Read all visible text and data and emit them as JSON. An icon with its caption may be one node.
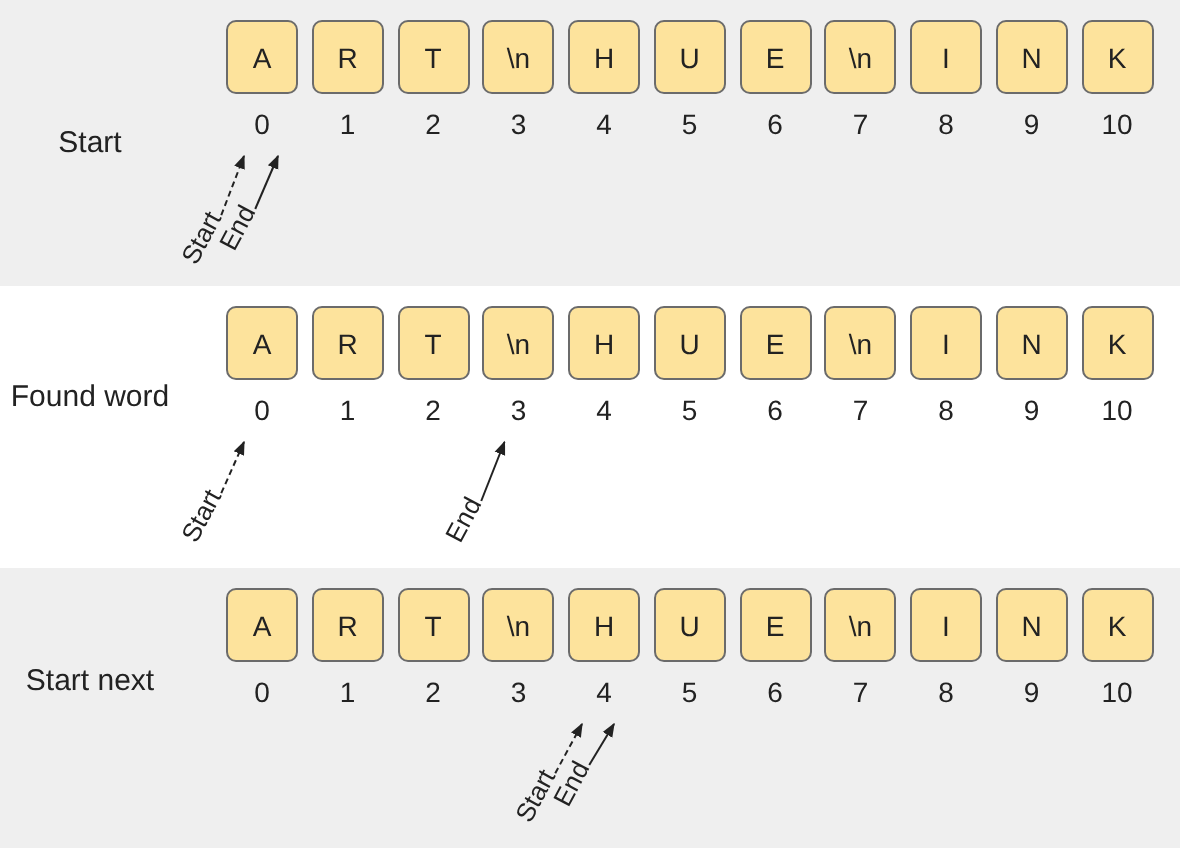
{
  "diagram": {
    "nodes": [
      {
        "text": [
          "Start"
        ]
      },
      {
        "text": [
          "A"
        ],
        "beside": [
          "0"
        ],
        "in": 0
      },
      {
        "text": [
          "R"
        ],
        "beside": [
          "1"
        ],
        "in": 0
      },
      {
        "text": [
          "T"
        ],
        "beside": [
          "2"
        ],
        "in": 0
      },
      {
        "text": [
          "\\n"
        ],
        "beside": [
          "3"
        ],
        "in": 0
      },
      {
        "text": [
          "H"
        ],
        "beside": [
          "4"
        ],
        "in": 0
      },
      {
        "text": [
          "U"
        ],
        "beside": [
          "5"
        ],
        "in": 0
      },
      {
        "text": [
          "E"
        ],
        "beside": [
          "6"
        ],
        "in": 0
      },
      {
        "text": [
          "\\n"
        ],
        "beside": [
          "7"
        ],
        "in": 0
      },
      {
        "text": [
          "I"
        ],
        "beside": [
          "8"
        ],
        "in": 0
      },
      {
        "text": [
          "N"
        ],
        "beside": [
          "9"
        ],
        "in": 0
      },
      {
        "text": [
          "K"
        ],
        "beside": [
          "10"
        ],
        "in": 0
      },
      {
        "text": [
          "Start"
        ],
        "in": 0
      },
      {
        "text": [
          "End"
        ],
        "in": 0
      },
      {
        "text": [
          "Found word"
        ]
      },
      {
        "text": [
          "A"
        ],
        "beside": [
          "0"
        ],
        "in": 14
      },
      {
        "text": [
          "R"
        ],
        "beside": [
          "1"
        ],
        "in": 14
      },
      {
        "text": [
          "T"
        ],
        "beside": [
          "2"
        ],
        "in": 14
      },
      {
        "text": [
          "\\n"
        ],
        "beside": [
          "3"
        ],
        "in": 14
      },
      {
        "text": [
          "H"
        ],
        "beside": [
          "4"
        ],
        "in": 14
      },
      {
        "text": [
          "U"
        ],
        "beside": [
          "5"
        ],
        "in": 14
      },
      {
        "text": [
          "E"
        ],
        "beside": [
          "6"
        ],
        "in": 14
      },
      {
        "text": [
          "\\n"
        ],
        "beside": [
          "7"
        ],
        "in": 14
      },
      {
        "text": [
          "I"
        ],
        "beside": [
          "8"
        ],
        "in": 14
      },
      {
        "text": [
          "N"
        ],
        "beside": [
          "9"
        ],
        "in": 14
      },
      {
        "text": [
          "K"
        ],
        "beside": [
          "10"
        ],
        "in": 14
      },
      {
        "text": [
          "Start"
        ],
        "in": 14
      },
      {
        "text": [
          "End"
        ],
        "in": 14
      },
      {
        "text": [
          "Start next"
        ]
      },
      {
        "text": [
          "A"
        ],
        "beside": [
          "0"
        ],
        "in": 28
      },
      {
        "text": [
          "R"
        ],
        "beside": [
          "1"
        ],
        "in": 28
      },
      {
        "text": [
          "T"
        ],
        "beside": [
          "2"
        ],
        "in": 28
      },
      {
        "text": [
          "\\n"
        ],
        "beside": [
          "3"
        ],
        "in": 28
      },
      {
        "text": [
          "H"
        ],
        "beside": [
          "4"
        ],
        "in": 28
      },
      {
        "text": [
          "U"
        ],
        "beside": [
          "5"
        ],
        "in": 28
      },
      {
        "text": [
          "E"
        ],
        "beside": [
          "6"
        ],
        "in": 28
      },
      {
        "text": [
          "\\n"
        ],
        "beside": [
          "7"
        ],
        "in": 28
      },
      {
        "text": [
          "I"
        ],
        "beside": [
          "8"
        ],
        "in": 28
      },
      {
        "text": [
          "N"
        ],
        "beside": [
          "9"
        ],
        "in": 28
      },
      {
        "text": [
          "K"
        ],
        "beside": [
          "10"
        ],
        "in": 28
      },
      {
        "text": [
          "Start"
        ],
        "in": 28
      },
      {
        "text": [
          "End"
        ],
        "in": 28
      }
    ],
    "edges": [
      {
        "from": 12,
        "to": 1,
        "arrow": "to",
        "style": "dashed"
      },
      {
        "from": 13,
        "to": 1,
        "arrow": "to"
      },
      {
        "from": 26,
        "to": 15,
        "arrow": "to",
        "style": "dashed"
      },
      {
        "from": 27,
        "to": 18,
        "arrow": "to"
      },
      {
        "from": 40,
        "to": 33,
        "arrow": "to",
        "style": "dashed"
      },
      {
        "from": 41,
        "to": 33,
        "arrow": "to"
      }
    ]
  }
}
